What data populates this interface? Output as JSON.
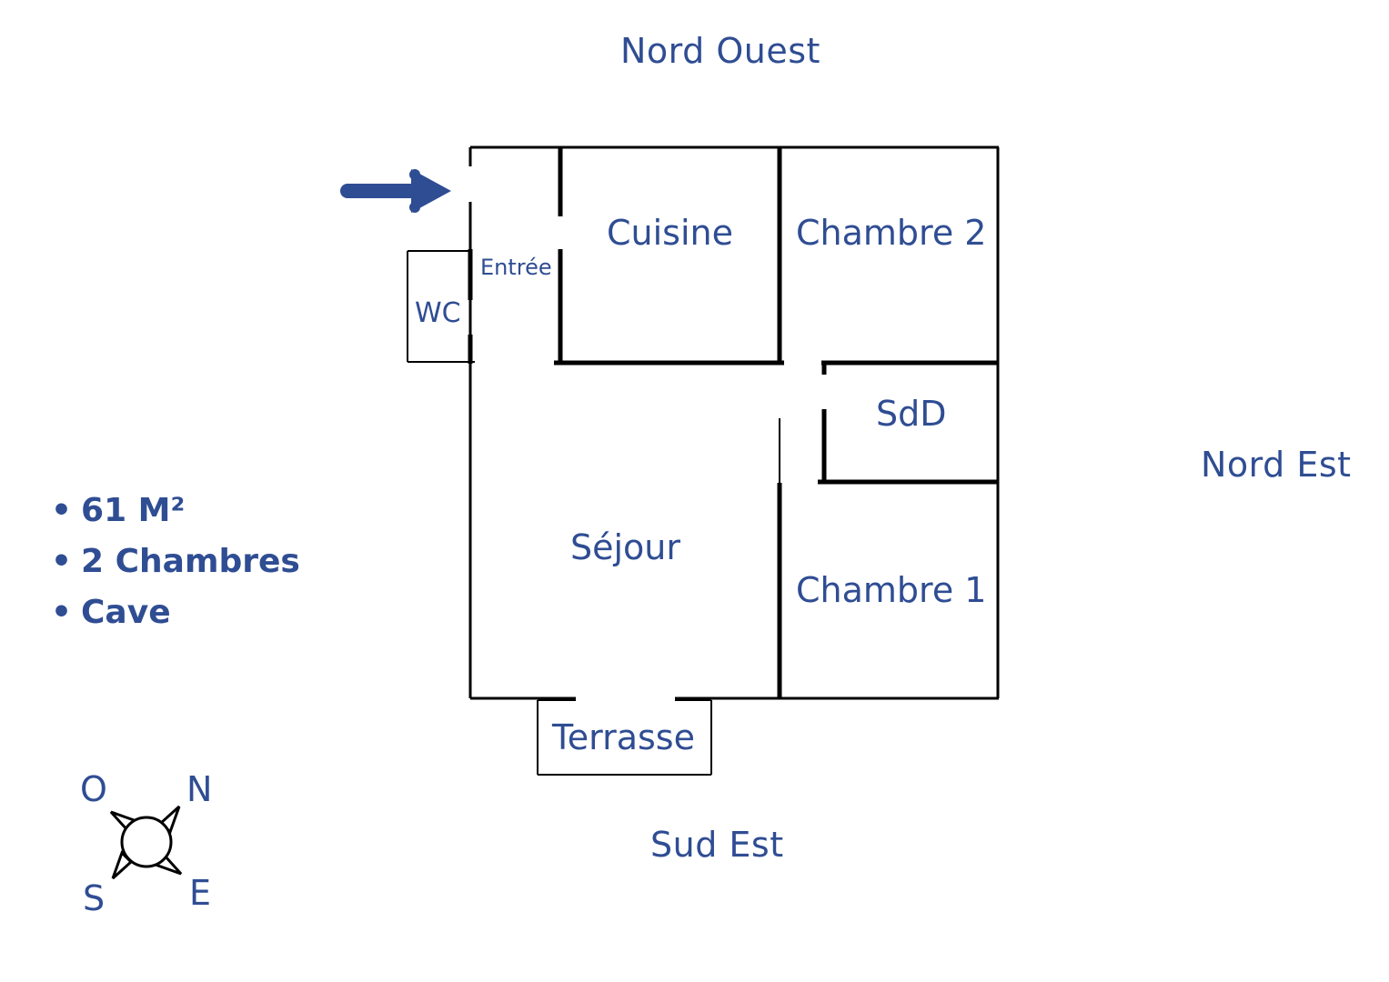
{
  "orientations": {
    "top": "Nord Ouest",
    "right": "Nord Est",
    "bottom": "Sud Est"
  },
  "rooms": {
    "entree": "Entrée",
    "wc": "WC",
    "cuisine": "Cuisine",
    "chambre2": "Chambre 2",
    "sdd": "SdD",
    "sejour": "Séjour",
    "chambre1": "Chambre 1",
    "terrasse": "Terrasse"
  },
  "features": [
    "61 M²",
    "2 Chambres",
    "Cave"
  ],
  "compass": {
    "nw": "O",
    "ne": "N",
    "sw": "S",
    "se": "E"
  },
  "colors": {
    "text": "#2f4d93",
    "arrow": "#2f4d93",
    "walls": "#000000"
  },
  "icons": {
    "entrance_arrow": "arrow-right-icon",
    "compass": "compass-rose-icon"
  }
}
